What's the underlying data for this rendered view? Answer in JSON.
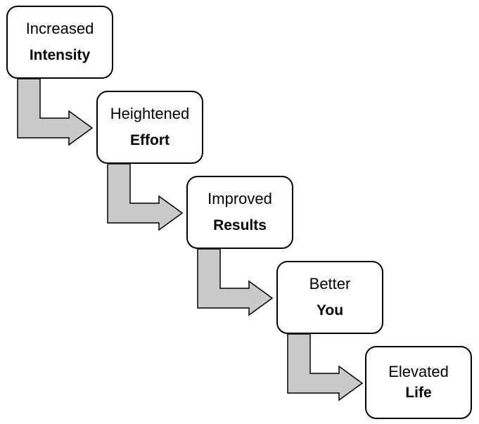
{
  "colors": {
    "box_border": "#000000",
    "box_fill": "#ffffff",
    "arrow_fill": "#c9c9c9",
    "arrow_stroke": "#000000"
  },
  "steps": [
    {
      "line1": "Increased",
      "line2": "Intensity"
    },
    {
      "line1": "Heightened",
      "line2": "Effort"
    },
    {
      "line1": "Improved",
      "line2": "Results"
    },
    {
      "line1": "Better",
      "line2": "You"
    },
    {
      "line1": "Elevated",
      "line2": "Life"
    }
  ]
}
